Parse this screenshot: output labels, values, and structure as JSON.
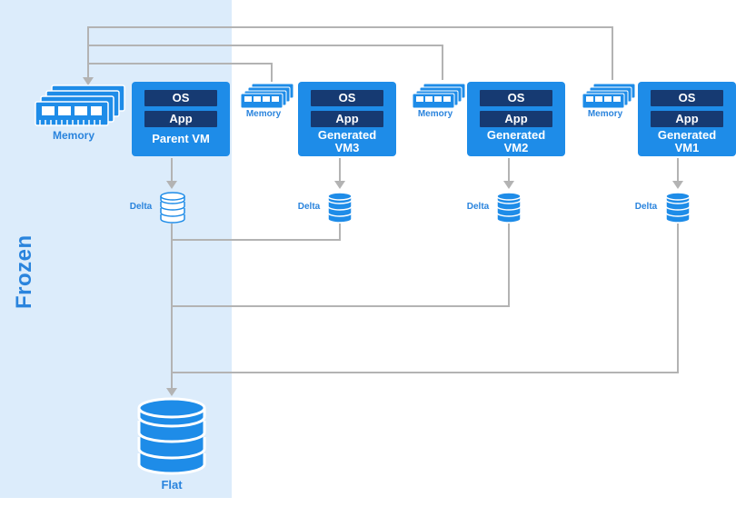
{
  "frozen_label": "Frozen",
  "vms": [
    {
      "id": "parent",
      "os": "OS",
      "app": "App",
      "name": "Parent VM"
    },
    {
      "id": "vm3",
      "os": "OS",
      "app": "App",
      "name": "Generated VM3"
    },
    {
      "id": "vm2",
      "os": "OS",
      "app": "App",
      "name": "Generated VM2"
    },
    {
      "id": "vm1",
      "os": "OS",
      "app": "App",
      "name": "Generated VM1"
    }
  ],
  "memory_label": "Memory",
  "delta_label": "Delta",
  "flat_label": "Flat",
  "colors": {
    "accent": "#1e8ce8",
    "dark_pill": "#163a72",
    "frozen_bg": "#dcecfb",
    "connector": "#b3b3b3",
    "label": "#2a84dd"
  },
  "icons": [
    "memory-icon",
    "database-icon"
  ]
}
